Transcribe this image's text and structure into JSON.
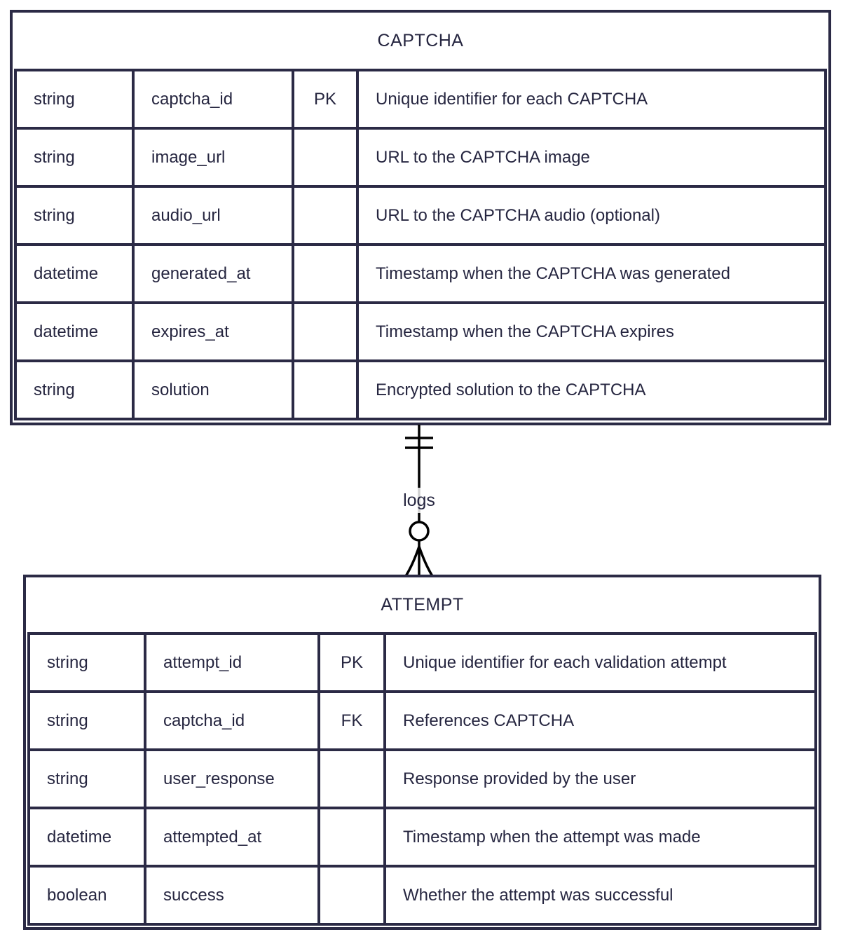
{
  "diagram": {
    "type": "er-diagram",
    "colors": {
      "entity_border": "#2b2a45",
      "text": "#262640",
      "relationship_line": "#000000",
      "background": "#ffffff"
    },
    "entities": [
      {
        "name": "CAPTCHA",
        "attributes": [
          {
            "type": "string",
            "name": "captcha_id",
            "key": "PK",
            "comment": "Unique identifier for each CAPTCHA"
          },
          {
            "type": "string",
            "name": "image_url",
            "key": "",
            "comment": "URL to the CAPTCHA image"
          },
          {
            "type": "string",
            "name": "audio_url",
            "key": "",
            "comment": "URL to the CAPTCHA audio (optional)"
          },
          {
            "type": "datetime",
            "name": "generated_at",
            "key": "",
            "comment": "Timestamp when the CAPTCHA was generated"
          },
          {
            "type": "datetime",
            "name": "expires_at",
            "key": "",
            "comment": "Timestamp when the CAPTCHA expires"
          },
          {
            "type": "string",
            "name": "solution",
            "key": "",
            "comment": "Encrypted solution to the CAPTCHA"
          }
        ]
      },
      {
        "name": "ATTEMPT",
        "attributes": [
          {
            "type": "string",
            "name": "attempt_id",
            "key": "PK",
            "comment": "Unique identifier for each validation attempt"
          },
          {
            "type": "string",
            "name": "captcha_id",
            "key": "FK",
            "comment": "References CAPTCHA"
          },
          {
            "type": "string",
            "name": "user_response",
            "key": "",
            "comment": "Response provided by the user"
          },
          {
            "type": "datetime",
            "name": "attempted_at",
            "key": "",
            "comment": "Timestamp when the attempt was made"
          },
          {
            "type": "boolean",
            "name": "success",
            "key": "",
            "comment": "Whether the attempt was successful"
          }
        ]
      }
    ],
    "relationship": {
      "label": "logs",
      "from": "CAPTCHA",
      "to": "ATTEMPT",
      "from_cardinality": "exactly-one",
      "to_cardinality": "zero-or-many"
    }
  }
}
